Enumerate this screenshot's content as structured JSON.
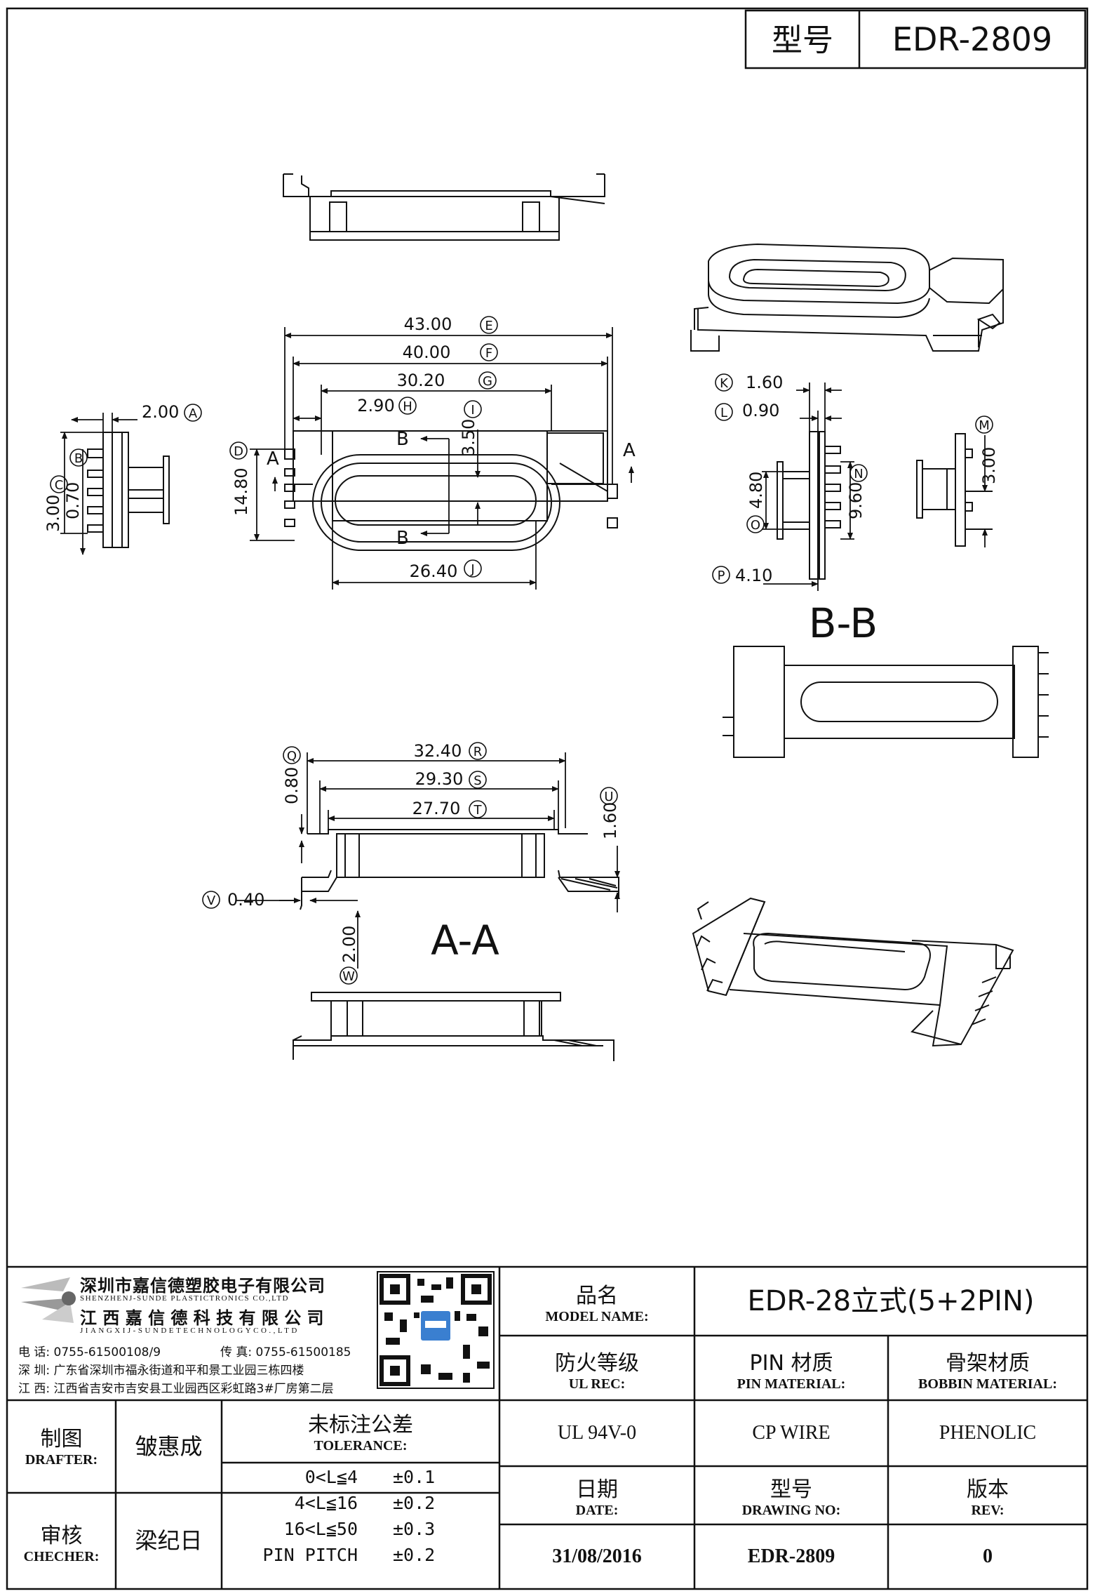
{
  "header": {
    "label": "型号",
    "value": "EDR-2809"
  },
  "dimensions": {
    "A": "2.00",
    "B": "0.70",
    "C": "3.00",
    "D": "14.80",
    "E": "43.00",
    "F": "40.00",
    "G": "30.20",
    "H": "2.90",
    "I": "3.50",
    "J": "26.40",
    "K": "1.60",
    "L": "0.90",
    "M": "3.00",
    "N": "9.60",
    "O": "4.80",
    "P": "4.10",
    "Q": "0.80",
    "R": "32.40",
    "S": "29.30",
    "T": "27.70",
    "U": "1.60",
    "V": "0.40",
    "W": "2.00"
  },
  "section_labels": {
    "bb": "B-B",
    "aa": "A-A",
    "b": "B",
    "a": "A"
  },
  "company": {
    "name_sz": "深圳市嘉信德塑胶电子有限公司",
    "name_sz_en": "SHENZHENJ-SUNDE PLASTICTRONICS CO.,LTD",
    "name_jx": "江 西 嘉 信 德 科 技 有 限 公 司",
    "name_jx_en": "JIANGXIJ-SUNDETECHNOLOGYCO.,LTD",
    "phone": "电 话:  0755-61500108/9",
    "fax": "传 真:  0755-61500185",
    "addr_sz": "深 圳:  广东省深圳市福永街道和平和景工业园三栋四楼",
    "addr_jx": "江 西:  江西省吉安市吉安县工业园西区彩虹路3#厂房第二层"
  },
  "title_block": {
    "model_name_cn": "品名",
    "model_name_en": "MODEL NAME:",
    "model_name_value": "EDR-28立式(5+2PIN)",
    "ul_cn": "防火等级",
    "ul_en": "UL REC:",
    "ul_value": "UL 94V-0",
    "pin_cn": "PIN 材质",
    "pin_en": "PIN MATERIAL:",
    "pin_value": "CP WIRE",
    "bobbin_cn": "骨架材质",
    "bobbin_en": "BOBBIN MATERIAL:",
    "bobbin_value": "PHENOLIC",
    "date_cn": "日期",
    "date_en": "DATE:",
    "date_value": "31/08/2016",
    "drawing_cn": "型号",
    "drawing_en": "DRAWING NO:",
    "drawing_value": "EDR-2809",
    "rev_cn": "版本",
    "rev_en": "REV:",
    "rev_value": "0",
    "drafter_cn": "制图",
    "drafter_en": "DRAFTER:",
    "drafter_value": "皱惠成",
    "checker_cn": "审核",
    "checker_en": "CHECHER:",
    "checker_value": "梁纪日",
    "tol_cn": "未标注公差",
    "tol_en": "TOLERANCE:",
    "tolerances": [
      {
        "range": "0<L≦4",
        "value": "±0.1"
      },
      {
        "range": "4<L≦16",
        "value": "±0.2"
      },
      {
        "range": "16<L≦50",
        "value": "±0.3"
      },
      {
        "range": "PIN PITCH",
        "value": "±0.2"
      }
    ]
  }
}
